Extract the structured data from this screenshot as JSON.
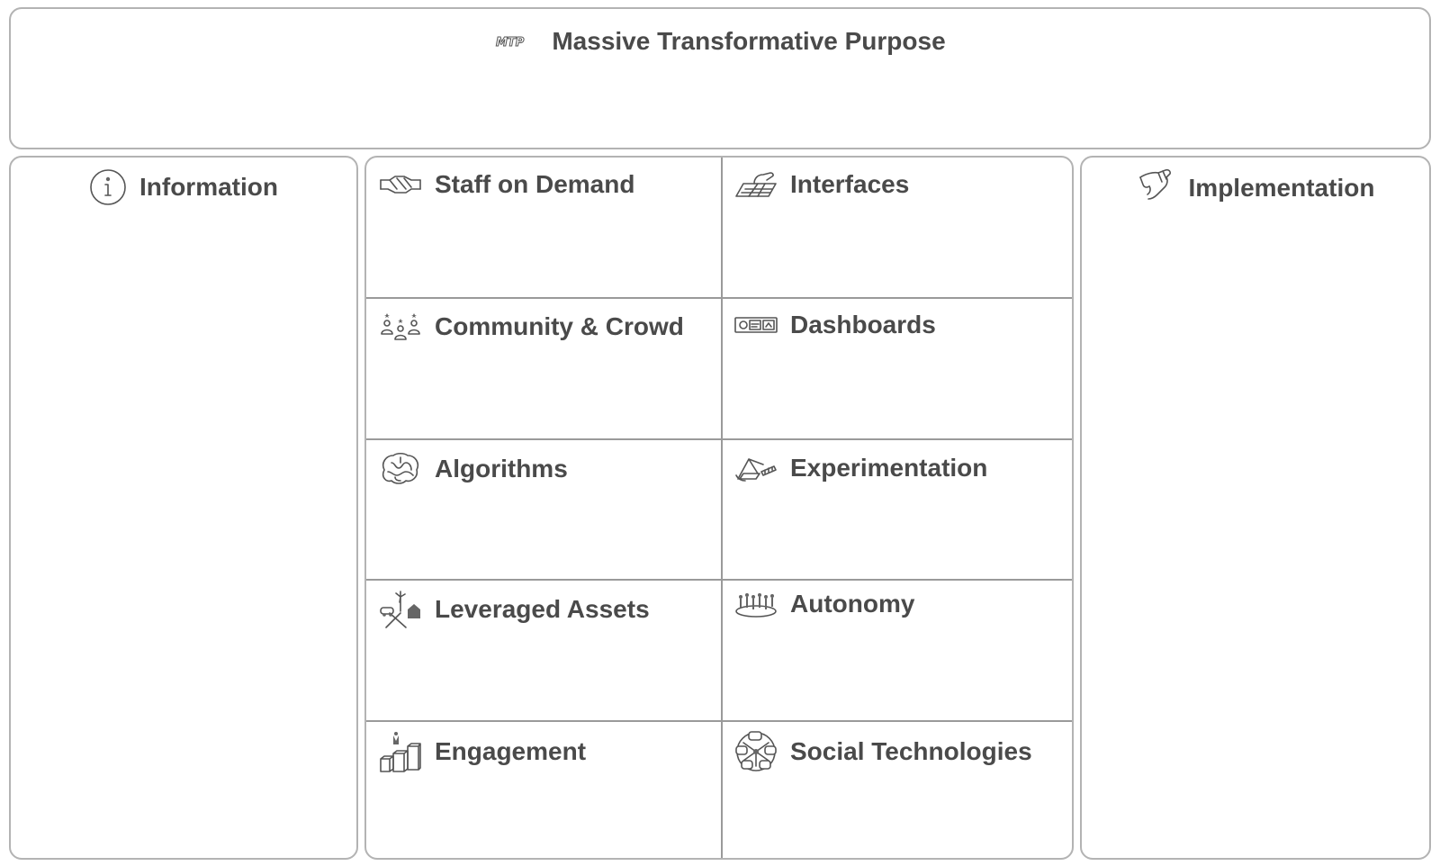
{
  "mtp": {
    "title": "Massive Transformative Purpose",
    "icon": "mtp-icon"
  },
  "information": {
    "title": "Information",
    "icon": "info-icon"
  },
  "implementation": {
    "title": "Implementation",
    "icon": "hand-pointer-icon"
  },
  "cells": [
    {
      "title": "Staff on Demand",
      "icon": "handshake-icon"
    },
    {
      "title": "Interfaces",
      "icon": "touch-grid-icon"
    },
    {
      "title": "Community & Crowd",
      "icon": "community-icon"
    },
    {
      "title": "Dashboards",
      "icon": "dashboard-icon"
    },
    {
      "title": "Algorithms",
      "icon": "brain-icon"
    },
    {
      "title": "Experimentation",
      "icon": "experiment-icon"
    },
    {
      "title": "Leveraged Assets",
      "icon": "assets-icon"
    },
    {
      "title": "Autonomy",
      "icon": "autonomy-icon"
    },
    {
      "title": "Engagement",
      "icon": "engagement-icon"
    },
    {
      "title": "Social Technologies",
      "icon": "social-globe-icon"
    }
  ]
}
